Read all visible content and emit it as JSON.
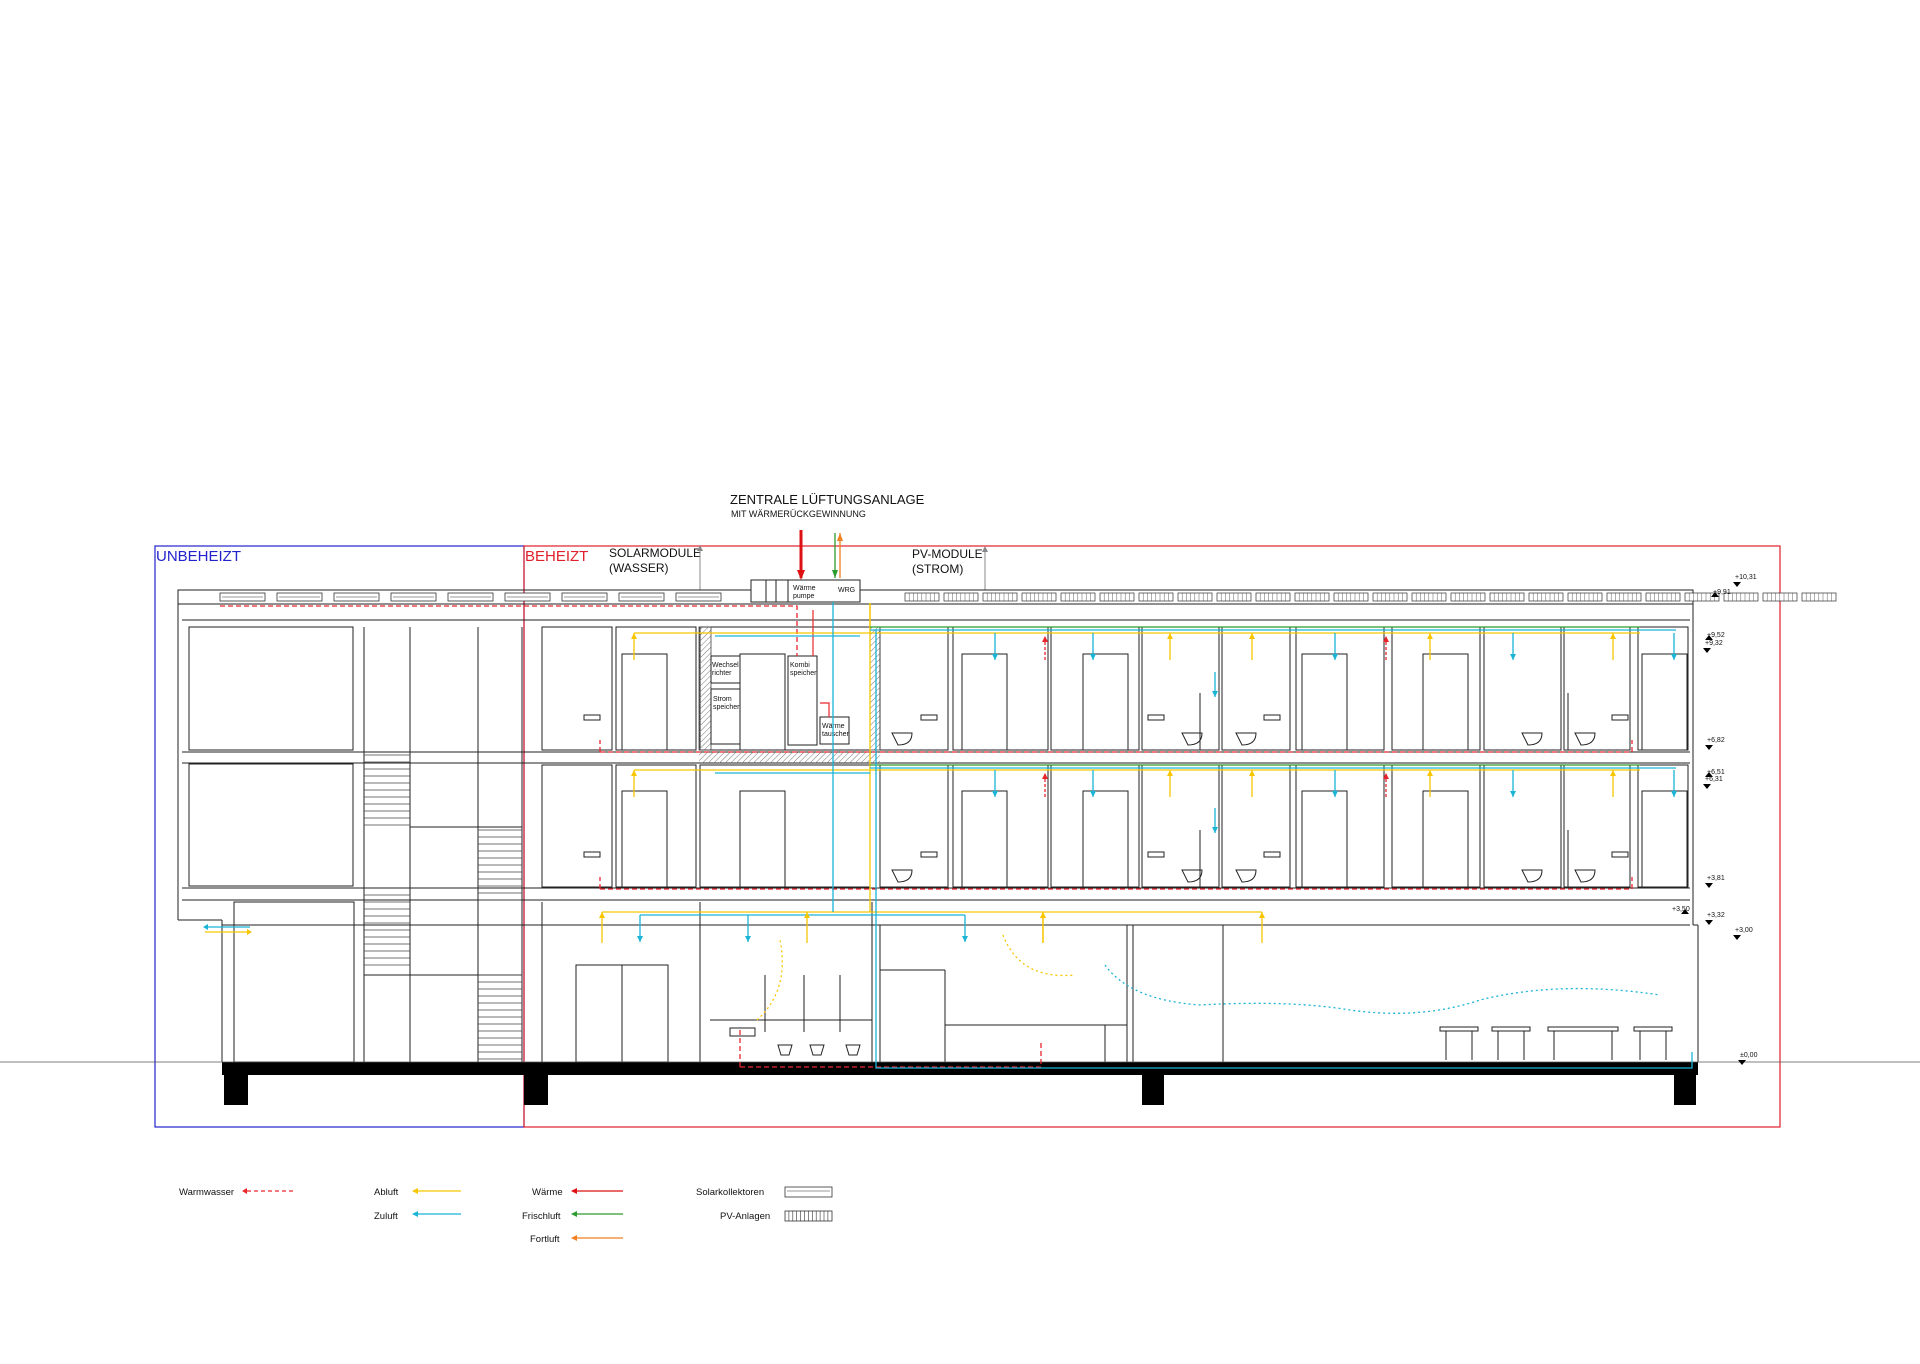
{
  "zones": {
    "unheated": "UNBEHEIZT",
    "heated": "BEHEIZT"
  },
  "ventilation": {
    "title": "ZENTRALE LÜFTUNGSANLAGE",
    "subtitle": "MIT WÄRMERÜCKGEWINNUNG"
  },
  "roof_labels": {
    "solar_line1": "SOLARMODULE",
    "solar_line2": "(WASSER)",
    "pv_line1": "PV-MODULE",
    "pv_line2": "(STROM)"
  },
  "equipment": {
    "heat_pump_line1": "Wärme",
    "heat_pump_line2": "pumpe",
    "wrg": "WRG",
    "inverter_line1": "Wechsel",
    "inverter_line2": "richter",
    "battery_line1": "Strom",
    "battery_line2": "speicher",
    "combi_line1": "Kombi",
    "combi_line2": "speicher",
    "exchanger_line1": "Wärme",
    "exchanger_line2": "tauscher"
  },
  "levels": [
    "+10,31",
    "+9,91",
    "+9,52",
    "+9,32",
    "+6,82",
    "+6,51",
    "+6,31",
    "+3,81",
    "+3,50",
    "+3,32",
    "+3,00",
    "±0,00"
  ],
  "legend": {
    "warmwasser": "Warmwasser",
    "abluft": "Abluft",
    "zuluft": "Zuluft",
    "waerme": "Wärme",
    "frischluft": "Frischluft",
    "fortluft": "Fortluft",
    "solarkollektoren": "Solarkollektoren",
    "pv_anlagen": "PV-Anlagen"
  },
  "colors": {
    "unheated_zone": "#2222cc",
    "heated_zone": "#e0202a",
    "warmwasser": "#e8262c",
    "abluft": "#f7c600",
    "zuluft": "#1ab4d6",
    "waerme": "#dd1111",
    "frischluft": "#2e9b2e",
    "fortluft": "#f08020"
  }
}
